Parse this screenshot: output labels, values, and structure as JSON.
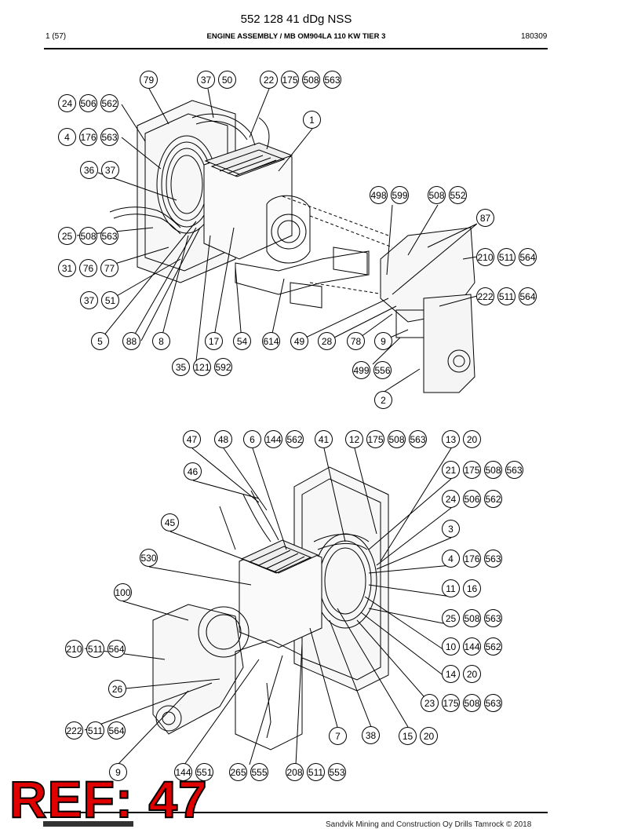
{
  "header": {
    "title": "552 128 41 dDg NSS",
    "page": "1 (57)",
    "doc_title": "ENGINE ASSEMBLY / MB OM904LA 110 KW TIER 3",
    "date": "180309"
  },
  "callouts": [
    [
      "79",
      "37",
      "50",
      "22",
      "175",
      "508",
      "563",
      "24",
      "506",
      "562",
      "1",
      "4",
      "176",
      "563",
      "36",
      "37",
      "498",
      "599",
      "508",
      "552",
      "87",
      "25",
      "508",
      "563",
      "210",
      "511",
      "564",
      "31",
      "76",
      "77",
      "222",
      "511",
      "564",
      "37",
      "51",
      "5",
      "88",
      "8",
      "17",
      "54",
      "614",
      "49",
      "28",
      "78",
      "9",
      "35",
      "121",
      "592",
      "499",
      "556",
      "2"
    ],
    [
      "47",
      "48",
      "6",
      "144",
      "562",
      "41",
      "12",
      "175",
      "508",
      "563",
      "13",
      "20",
      "46",
      "21",
      "175",
      "508",
      "563",
      "24",
      "506",
      "562",
      "45",
      "3",
      "530",
      "4",
      "176",
      "563",
      "100",
      "11",
      "16",
      "25",
      "508",
      "563",
      "210",
      "511",
      "564",
      "10",
      "144",
      "562",
      "26",
      "14",
      "20",
      "23",
      "175",
      "508",
      "563",
      "222",
      "511",
      "564",
      "7",
      "38",
      "15",
      "20",
      "9",
      "144",
      "551",
      "265",
      "555",
      "208",
      "511",
      "553"
    ]
  ],
  "stamp": "REF: 47",
  "footer": "Sandvik Mining and Construction Oy Drills Tamrock © 2018"
}
